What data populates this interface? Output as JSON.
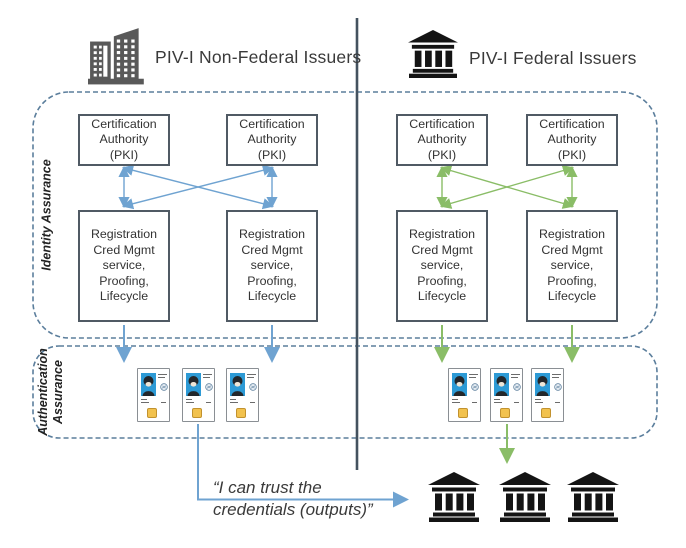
{
  "header": {
    "non_federal": {
      "label": "PIV-I Non-Federal Issuers"
    },
    "federal": {
      "label": "PIV-I Federal Issuers"
    }
  },
  "zones": {
    "identity": {
      "label": "Identity Assurance"
    },
    "authentication": {
      "label": "Authentication\nAssurance"
    }
  },
  "nodes": {
    "certification_authority": {
      "label": "Certification\nAuthority\n(PKI)"
    },
    "registration": {
      "label": "Registration\nCred Mgmt\nservice,\nProofing,\nLifecycle"
    }
  },
  "annotation": {
    "trust_quote": "“I can trust the\ncredentials (outputs)”"
  },
  "cards": {
    "left_count": 3,
    "right_count": 3
  },
  "relying_parties": {
    "count": 3
  },
  "colors": {
    "arrow_blue": "#6FA3D1",
    "arrow_green": "#8ABD67",
    "zone_dash": "#5B7E9C",
    "node_border": "#505A64",
    "divider": "#44525F",
    "card_photo_bg": "#2D9AD5",
    "chip_gold": "#F2C24E",
    "icon_black": "#141414",
    "icon_gray": "#595959"
  }
}
